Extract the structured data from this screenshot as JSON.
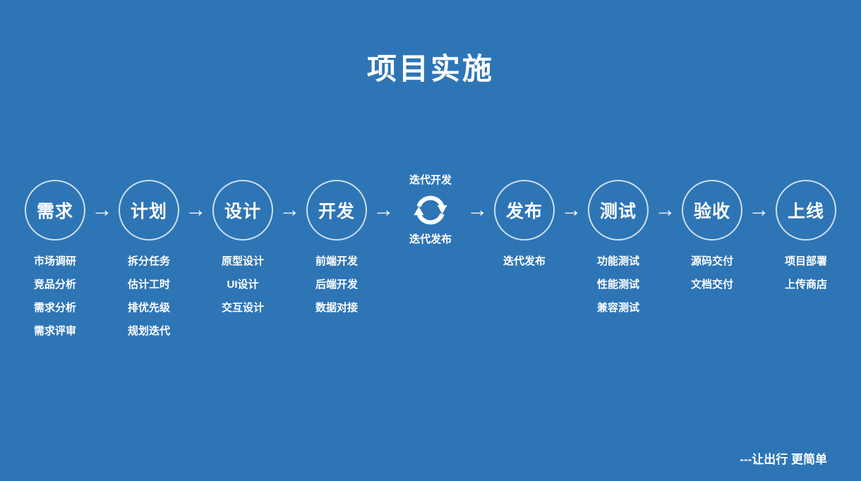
{
  "slide": {
    "title": "项目实施",
    "footer": "---让出行 更简单",
    "colors": {
      "background": "#2e75b6",
      "text": "#ffffff",
      "circle_border": "#ebf1f6"
    }
  },
  "process": {
    "arrow_glyph": "→",
    "stages": [
      {
        "label": "需求",
        "items": [
          "市场调研",
          "竞品分析",
          "需求分析",
          "需求评审"
        ]
      },
      {
        "label": "计划",
        "items": [
          "拆分任务",
          "估计工时",
          "排优先级",
          "规划迭代"
        ]
      },
      {
        "label": "设计",
        "items": [
          "原型设计",
          "UI设计",
          "交互设计"
        ]
      },
      {
        "label": "开发",
        "items": [
          "前端开发",
          "后端开发",
          "数据对接"
        ]
      },
      {
        "label": "发布",
        "items": [
          "迭代发布"
        ]
      },
      {
        "label": "测试",
        "items": [
          "功能测试",
          "性能测试",
          "兼容测试"
        ]
      },
      {
        "label": "验收",
        "items": [
          "源码交付",
          "文档交付"
        ]
      },
      {
        "label": "上线",
        "items": [
          "项目部署",
          "上传商店"
        ]
      }
    ],
    "cycle": {
      "icon": "cycle-arrows-icon",
      "top_label": "迭代开发",
      "bottom_label": "迭代发布"
    }
  }
}
